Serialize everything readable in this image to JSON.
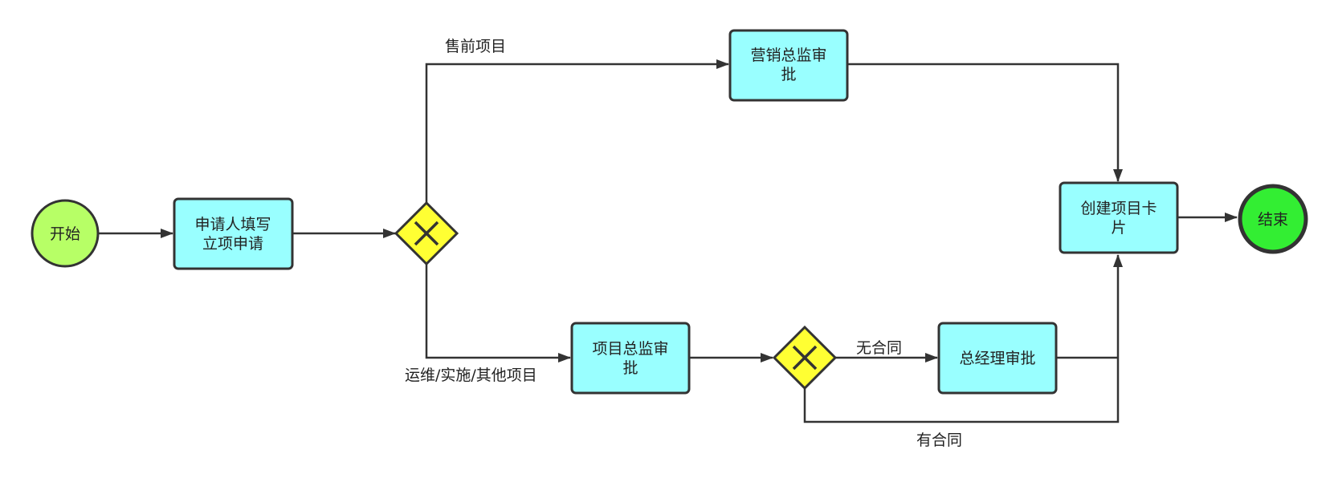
{
  "colors": {
    "stroke": "#333333",
    "task_fill": "#99ffff",
    "start_fill": "#b7ff66",
    "end_fill": "#33ee33",
    "gateway_fill": "#ffff33"
  },
  "nodes": {
    "start": {
      "label": "开始"
    },
    "apply": {
      "label_line1": "申请人填写",
      "label_line2": "立项申请"
    },
    "marketing": {
      "label_line1": "营销总监审",
      "label_line2": "批"
    },
    "project_dir": {
      "label_line1": "项目总监审",
      "label_line2": "批"
    },
    "gm": {
      "label": "总经理审批"
    },
    "card": {
      "label_line1": "创建项目卡",
      "label_line2": "片"
    },
    "end": {
      "label": "结束"
    }
  },
  "edges": {
    "presale": "售前项目",
    "ops": "运维/实施/其他项目",
    "no_contract": "无合同",
    "has_contract": "有合同"
  }
}
